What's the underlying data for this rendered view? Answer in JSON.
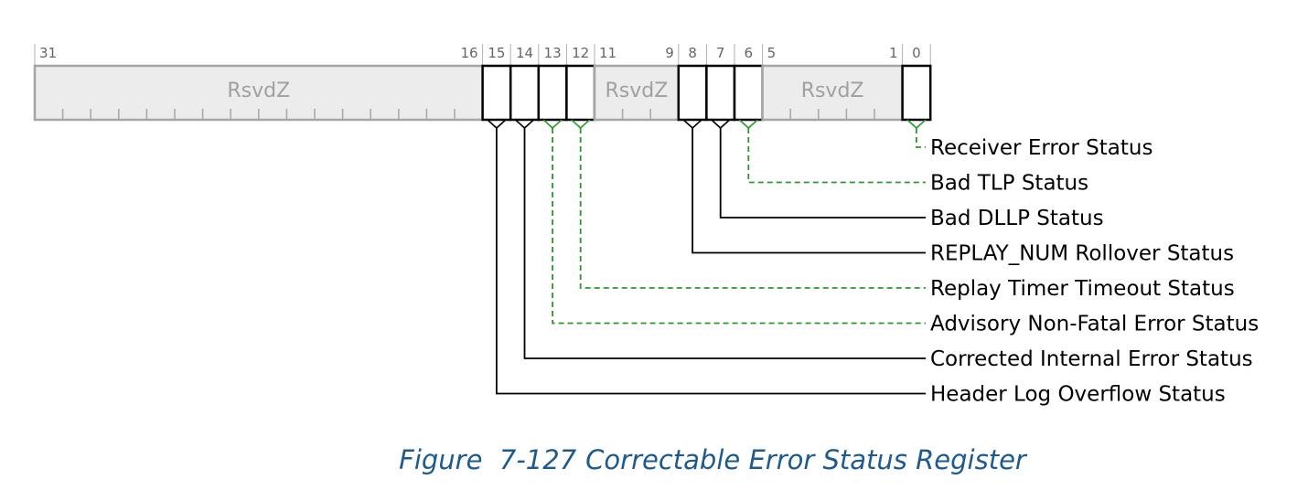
{
  "register": {
    "width_bits": 32,
    "colors": {
      "reserved_fill": "#ececec",
      "reserved_border": "#a6a6a6",
      "field_border": "#000000",
      "hardware_init_line": "#2a9a2a",
      "caption": "#1d5a8f"
    },
    "fields": [
      {
        "msb": 31,
        "lsb": 16,
        "name": "RsvdZ",
        "reserved": true
      },
      {
        "msb": 15,
        "lsb": 15,
        "name": "Header Log Overflow Status",
        "reserved": false,
        "line": "solid"
      },
      {
        "msb": 14,
        "lsb": 14,
        "name": "Corrected Internal Error Status",
        "reserved": false,
        "line": "solid"
      },
      {
        "msb": 13,
        "lsb": 13,
        "name": "Advisory Non-Fatal Error Status",
        "reserved": false,
        "line": "dashed"
      },
      {
        "msb": 12,
        "lsb": 12,
        "name": "Replay Timer Timeout Status",
        "reserved": false,
        "line": "dashed"
      },
      {
        "msb": 11,
        "lsb": 9,
        "name": "RsvdZ",
        "reserved": true
      },
      {
        "msb": 8,
        "lsb": 8,
        "name": "REPLAY_NUM Rollover Status",
        "reserved": false,
        "line": "solid"
      },
      {
        "msb": 7,
        "lsb": 7,
        "name": "Bad DLLP Status",
        "reserved": false,
        "line": "solid"
      },
      {
        "msb": 6,
        "lsb": 6,
        "name": "Bad TLP Status",
        "reserved": false,
        "line": "dashed"
      },
      {
        "msb": 5,
        "lsb": 1,
        "name": "RsvdZ",
        "reserved": true
      },
      {
        "msb": 0,
        "lsb": 0,
        "name": "Receiver Error Status",
        "reserved": false,
        "line": "dashed"
      }
    ],
    "label_order": [
      0,
      6,
      7,
      8,
      12,
      13,
      14,
      15
    ]
  },
  "caption": {
    "figure_number": "Figure  7-127",
    "title": "Correctable Error Status Register"
  }
}
